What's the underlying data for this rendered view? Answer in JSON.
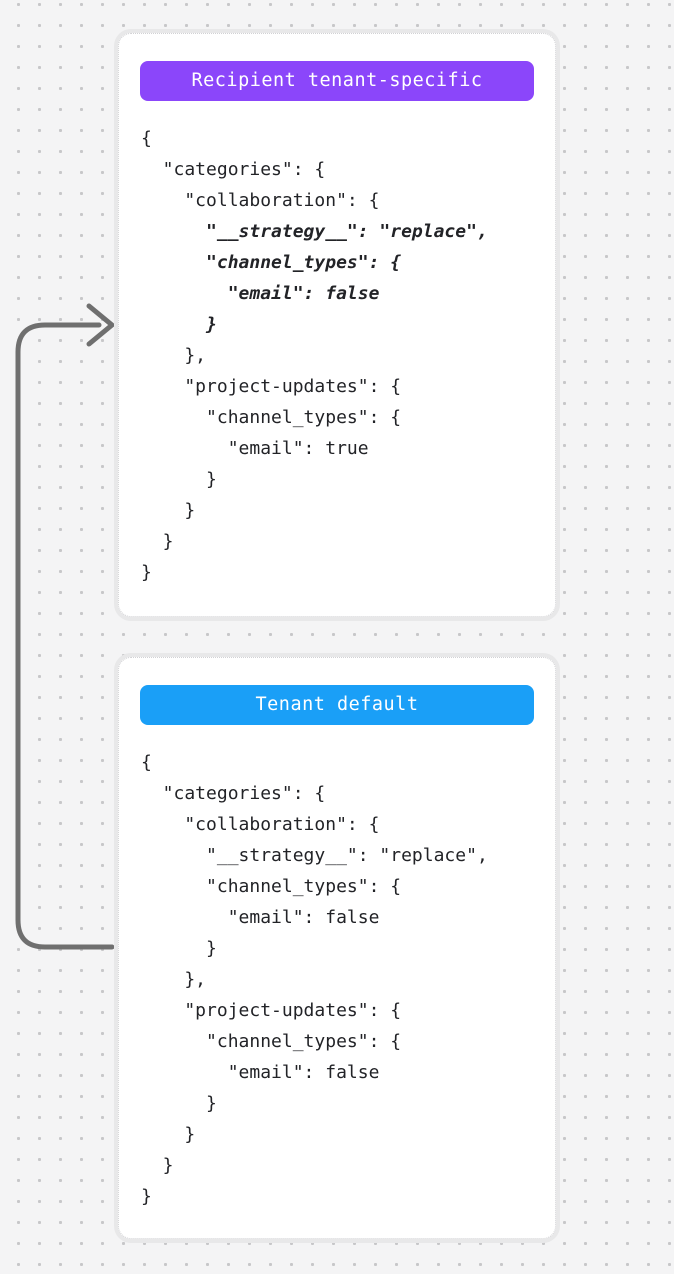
{
  "background": {
    "color": "#f4f4f5",
    "dot_color": "#c7c7c9"
  },
  "arrow": {
    "color": "#6f6f6f"
  },
  "cards": [
    {
      "badge": {
        "label": "Recipient tenant-specific",
        "color": "#8b46fa",
        "text_color": "#ffffff"
      },
      "code": [
        {
          "t": "{",
          "em": false
        },
        {
          "t": "  \"categories\": {",
          "em": false
        },
        {
          "t": "    \"collaboration\": {",
          "em": false
        },
        {
          "t": "      \"__strategy__\": \"replace\",",
          "em": true
        },
        {
          "t": "      \"channel_types\": {",
          "em": true
        },
        {
          "t": "        \"email\": false",
          "em": true
        },
        {
          "t": "      }",
          "em": true
        },
        {
          "t": "    },",
          "em": false
        },
        {
          "t": "    \"project-updates\": {",
          "em": false
        },
        {
          "t": "      \"channel_types\": {",
          "em": false
        },
        {
          "t": "        \"email\": true",
          "em": false
        },
        {
          "t": "      }",
          "em": false
        },
        {
          "t": "    }",
          "em": false
        },
        {
          "t": "  }",
          "em": false
        },
        {
          "t": "}",
          "em": false
        }
      ]
    },
    {
      "badge": {
        "label": "Tenant default",
        "color": "#1a9ff7",
        "text_color": "#ffffff"
      },
      "code": [
        {
          "t": "{",
          "em": false
        },
        {
          "t": "  \"categories\": {",
          "em": false
        },
        {
          "t": "    \"collaboration\": {",
          "em": false
        },
        {
          "t": "      \"__strategy__\": \"replace\",",
          "em": false
        },
        {
          "t": "      \"channel_types\": {",
          "em": false
        },
        {
          "t": "        \"email\": false",
          "em": false
        },
        {
          "t": "      }",
          "em": false
        },
        {
          "t": "    },",
          "em": false
        },
        {
          "t": "    \"project-updates\": {",
          "em": false
        },
        {
          "t": "      \"channel_types\": {",
          "em": false
        },
        {
          "t": "        \"email\": false",
          "em": false
        },
        {
          "t": "      }",
          "em": false
        },
        {
          "t": "    }",
          "em": false
        },
        {
          "t": "  }",
          "em": false
        },
        {
          "t": "}",
          "em": false
        }
      ]
    }
  ]
}
